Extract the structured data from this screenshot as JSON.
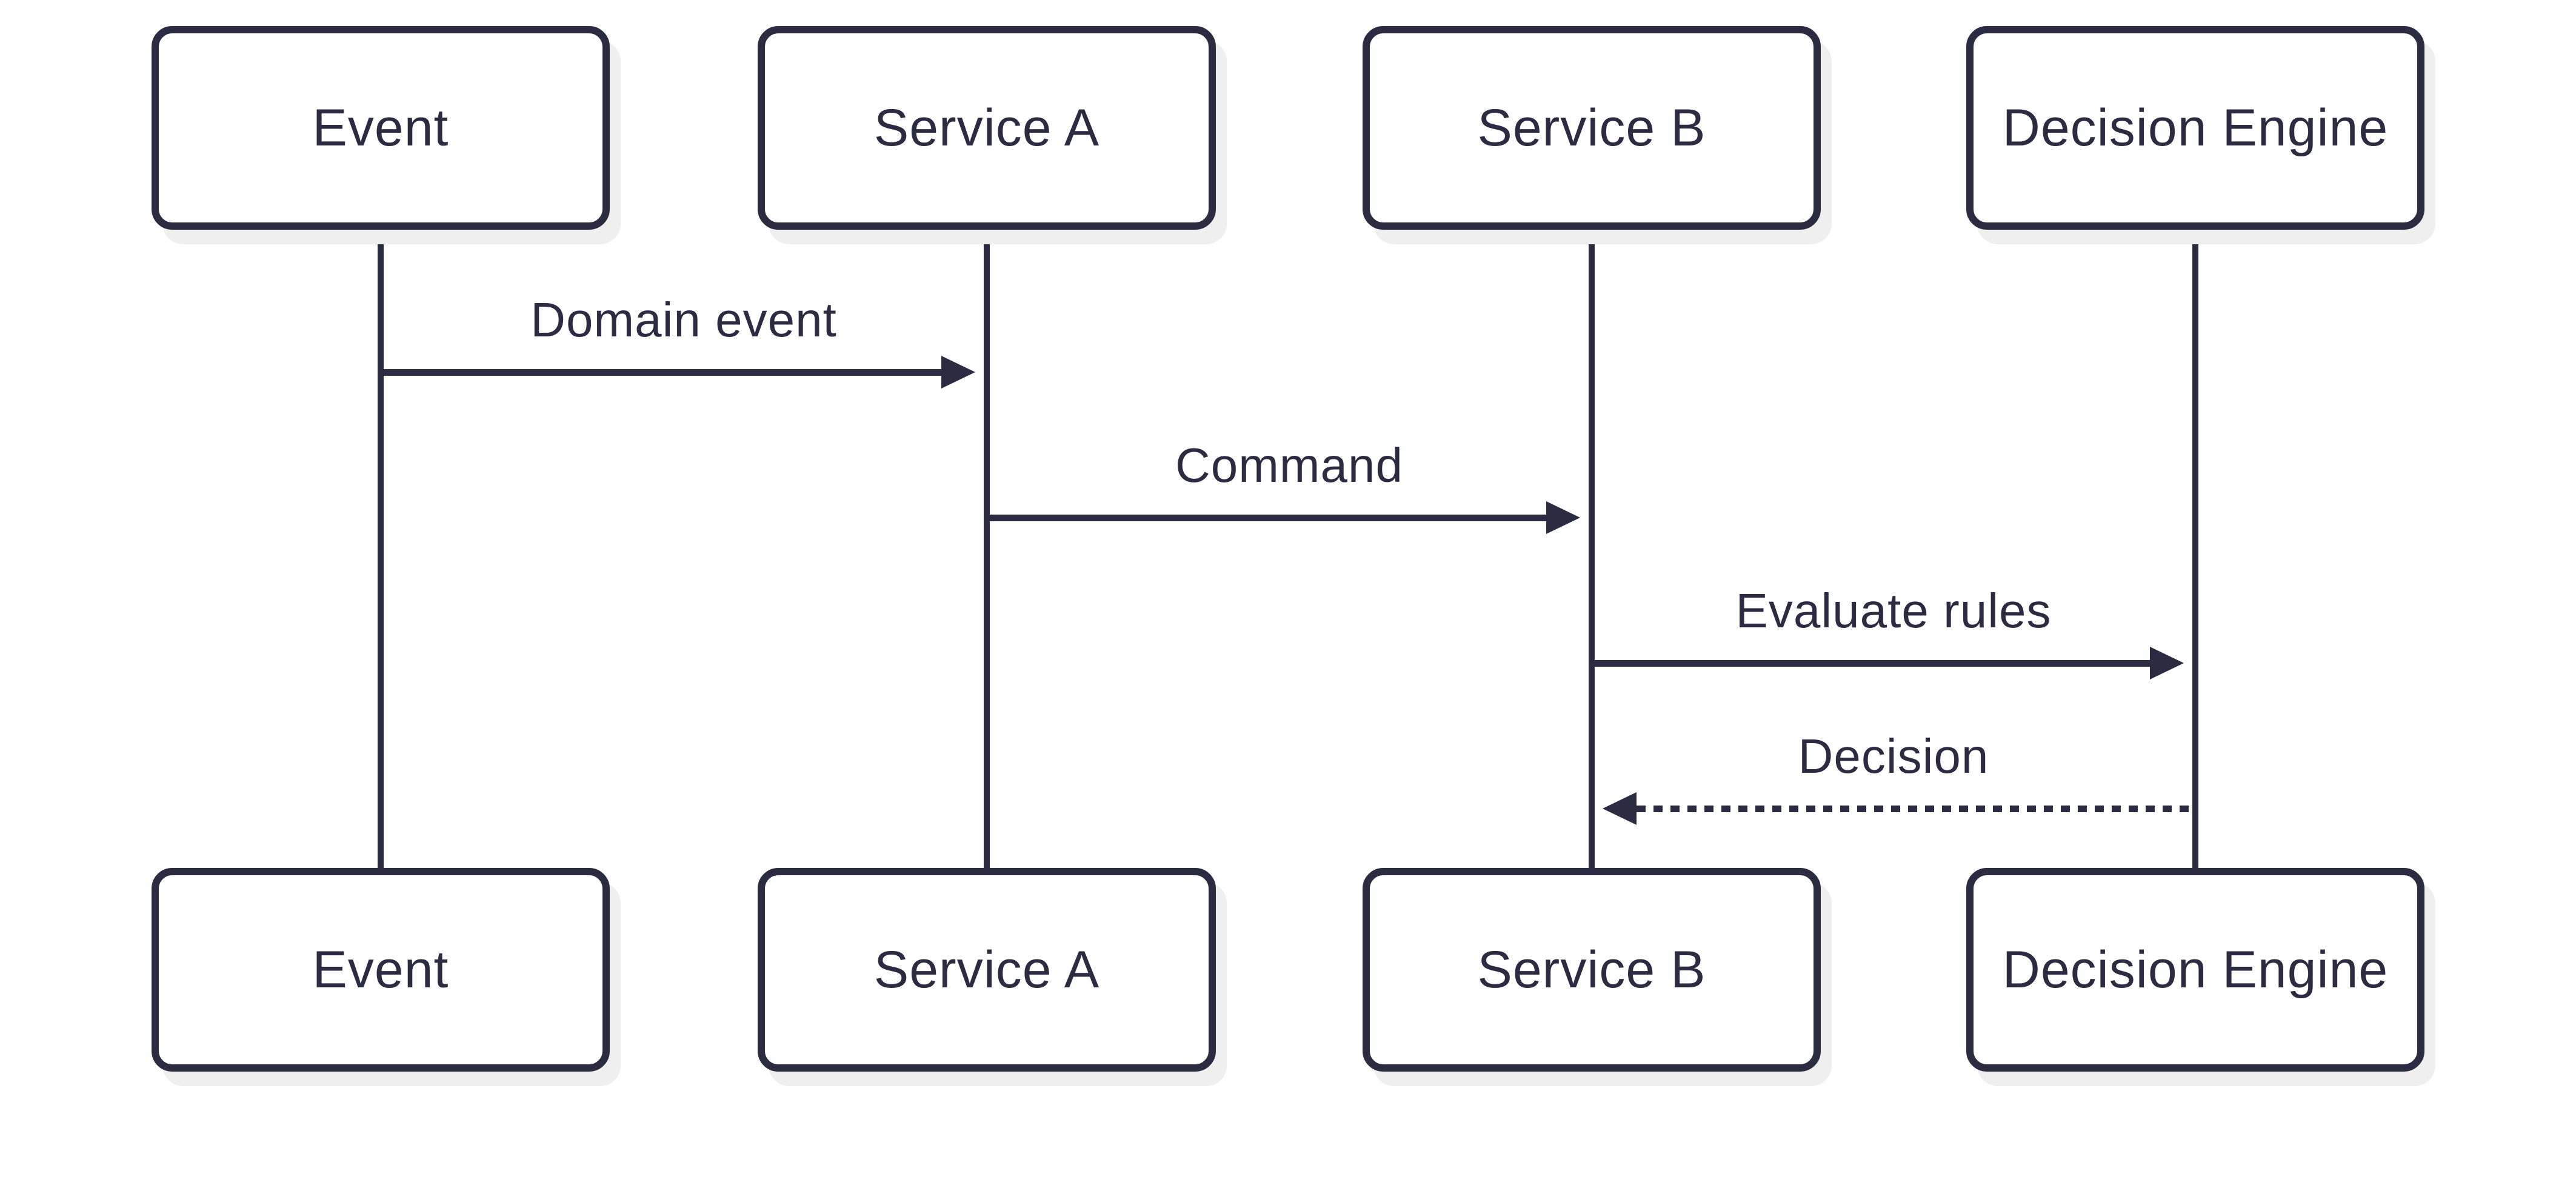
{
  "diagram": {
    "type": "sequence-diagram",
    "participants": [
      {
        "id": "event",
        "label": "Event"
      },
      {
        "id": "service-a",
        "label": "Service A"
      },
      {
        "id": "service-b",
        "label": "Service B"
      },
      {
        "id": "decision-engine",
        "label": "Decision Engine"
      }
    ],
    "messages": [
      {
        "label": "Domain event",
        "from": "Event",
        "to": "Service A",
        "line_style": "solid",
        "direction": "right"
      },
      {
        "label": "Command",
        "from": "Service A",
        "to": "Service B",
        "line_style": "solid",
        "direction": "right"
      },
      {
        "label": "Evaluate rules",
        "from": "Service B",
        "to": "Decision Engine",
        "line_style": "solid",
        "direction": "right"
      },
      {
        "label": "Decision",
        "from": "Decision Engine",
        "to": "Service B",
        "line_style": "dashed",
        "direction": "left"
      }
    ],
    "colors": {
      "stroke": "#2b2b42",
      "text": "#2b2b42",
      "box_fill": "#ffffff",
      "shadow": "#efefef",
      "background": "#ffffff"
    }
  }
}
